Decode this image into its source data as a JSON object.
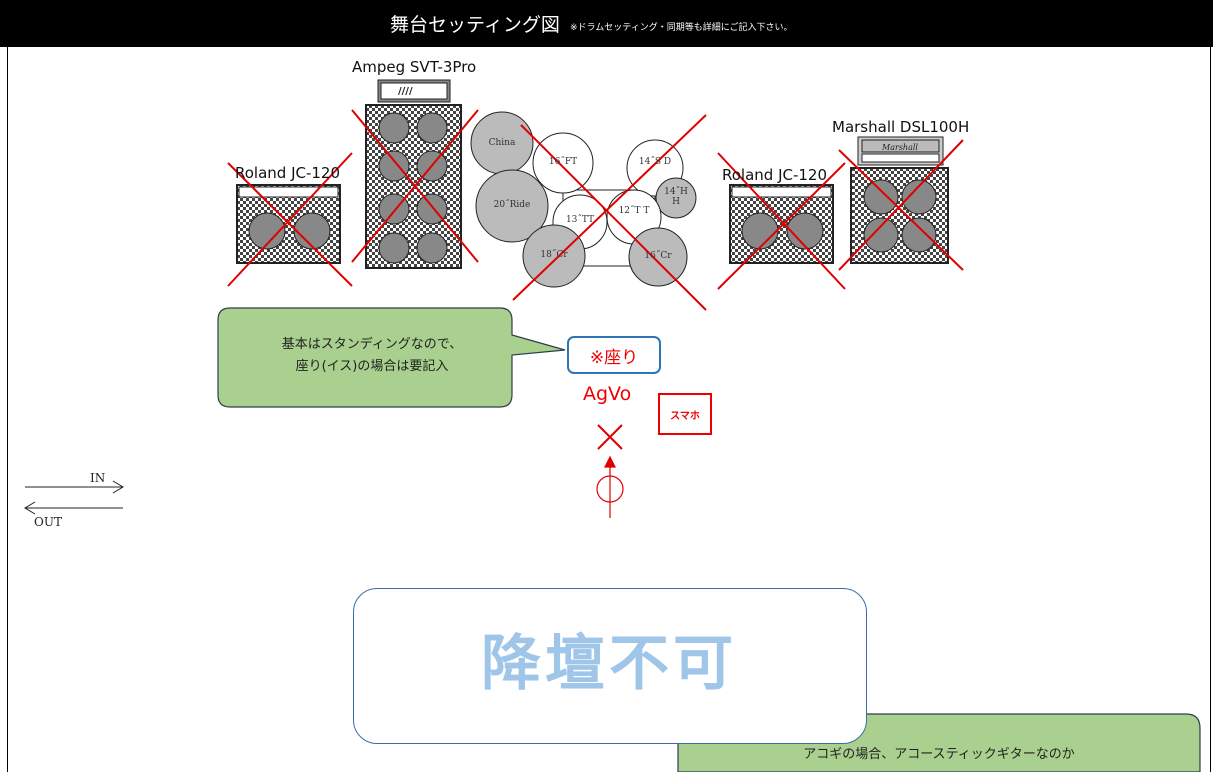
{
  "header": {
    "title": "舞台セッティング図",
    "note": "※ドラムセッティング・同期等も詳細にご記入下さい。"
  },
  "amps": {
    "ampeg": "Ampeg SVT-3Pro",
    "roland_left": "Roland JC-120",
    "roland_right": "Roland JC-120",
    "marshall": "Marshall DSL100H",
    "marshall_logo": "Marshall"
  },
  "drums": {
    "china": "China",
    "ft16": "16˝FT",
    "sd14": "14˝S D",
    "hh14": "14˝H H",
    "ride20": "20˝Ride",
    "tt13": "13˝TT",
    "tt12": "12˝T T",
    "cr18": "18˝Cr",
    "cr16": "16˝Cr"
  },
  "callout_left": {
    "line1": "基本はスタンディングなので、",
    "line2": "座り(イス)の場合は要記入"
  },
  "seated_label": "※座り",
  "vocal_label": "AgVo",
  "phone_label": "スマホ",
  "io": {
    "in": "IN",
    "out": "OUT"
  },
  "no_stage_down": "降壇不可",
  "callout_bottom": "アコギの場合、アコースティックギターなのか",
  "colors": {
    "cross": "#e00000",
    "callout_fill": "#a9d08e",
    "kotan_text": "#9fc5e8"
  }
}
